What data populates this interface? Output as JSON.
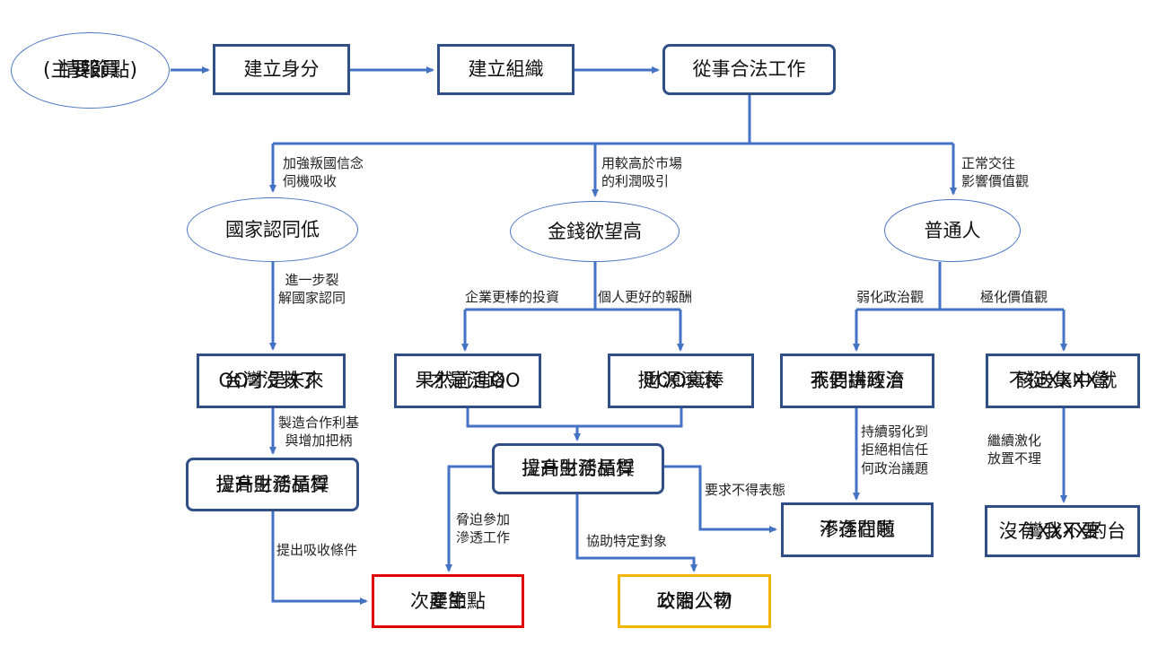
{
  "nodes": {
    "root": [
      "情報員",
      "(主要節點)"
    ],
    "establish_identity": [
      "建立身分"
    ],
    "establish_org": [
      "建立組織"
    ],
    "legal_work": [
      "從事合法工作"
    ],
    "low_identity": [
      "國家認同低"
    ],
    "high_desire": [
      "金錢欲望高"
    ],
    "ordinary": [
      "普通人"
    ],
    "taiwan_hopeless": [
      "台灣沒救了",
      "OO才是未來"
    ],
    "forward_oo": [
      "果然前進OO",
      "才是活路"
    ],
    "oo_great": [
      "挺OO真棒",
      "財源滾滾"
    ],
    "economy_first": [
      "我們拚經濟",
      "不要講政治"
    ],
    "concentration_camp": [
      "不挺XXXX就",
      "該送集中營"
    ],
    "quality_left": [
      "提升生活品質",
      "拉高財務槓桿"
    ],
    "quality_center": [
      "提升生活品質",
      "拉高財務槓桿"
    ],
    "infiltration_none": [
      "滲透問題",
      "不存在啦"
    ],
    "no_taiwan": [
      "沒有XXXX的台",
      "灣我不要"
    ],
    "secondary_node": [
      "產生",
      "次要節點"
    ],
    "political_pr": [
      "政治人物",
      "公關公司"
    ]
  },
  "labels": {
    "strengthen_betrayal": [
      "加強叛國信念",
      "伺機吸收"
    ],
    "higher_profit": [
      "用較高於市場",
      "的利潤吸引"
    ],
    "normal_contact": [
      "正常交往",
      "影響價值觀"
    ],
    "further_split": [
      "進一步裂",
      "解國家認同"
    ],
    "better_investment": [
      "企業更棒的投資"
    ],
    "better_pay": [
      "個人更好的報酬"
    ],
    "weaken_politics": [
      "弱化政治觀"
    ],
    "polarize_values": [
      "極化價值觀"
    ],
    "create_cooperation": [
      "製造合作利基",
      "與增加把柄"
    ],
    "continue_weaken": [
      "持續弱化到",
      "拒絕相信任",
      "何政治議題"
    ],
    "continue_polarize": [
      "繼續激化",
      "放置不理"
    ],
    "propose_absorb": [
      "提出吸收條件"
    ],
    "coerce_join": [
      "脅迫參加",
      "滲透工作"
    ],
    "assist_target": [
      "協助特定對象"
    ],
    "no_stance": [
      "要求不得表態"
    ]
  },
  "colors": {
    "arrow": "#4472c4",
    "box_border": "#2f4f86",
    "ellipse_border": "#4a74c4",
    "secondary_border": "#e00000",
    "pr_border": "#f2b600"
  }
}
